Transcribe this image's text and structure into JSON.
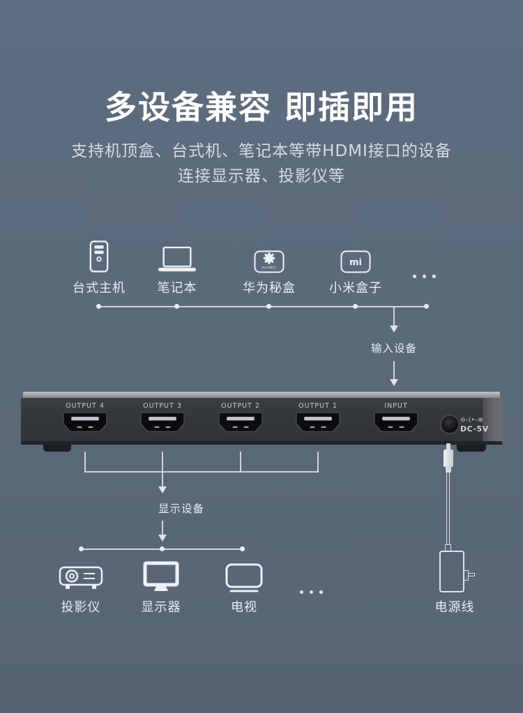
{
  "header": {
    "title": "多设备兼容 即插即用",
    "subtitle_line1": "支持机顶盒、台式机、笔记本等带HDMI接口的设备",
    "subtitle_line2": "连接显示器、投影仪等"
  },
  "colors": {
    "background": "#5a6979",
    "line": "#e6ecf2",
    "device_body": "#34373b",
    "device_top_strip": "#a2a5a8",
    "title_text": "#ffffff",
    "subtitle_text": "#d6dce3",
    "port_label_text": "#c9cbce"
  },
  "input_section": {
    "group_label": "输入设备",
    "ellipsis": "•••",
    "devices": [
      {
        "label": "台式主机"
      },
      {
        "label": "笔记本"
      },
      {
        "label": "华为秘盒",
        "brand_text": "HUAWEI"
      },
      {
        "label": "小米盒子",
        "brand_text": "mi"
      }
    ]
  },
  "device": {
    "port_labels": [
      "OUTPUT 4",
      "OUTPUT 3",
      "OUTPUT 2",
      "OUTPUT 1",
      "INPUT"
    ],
    "polarity_mark": "⊖–(•–⊕",
    "power_port_label": "DC-5V"
  },
  "output_section": {
    "group_label": "显示设备",
    "ellipsis": "•••",
    "devices": [
      {
        "label": "投影仪"
      },
      {
        "label": "显示器"
      },
      {
        "label": "电视"
      }
    ],
    "power_cord_label": "电源线"
  }
}
